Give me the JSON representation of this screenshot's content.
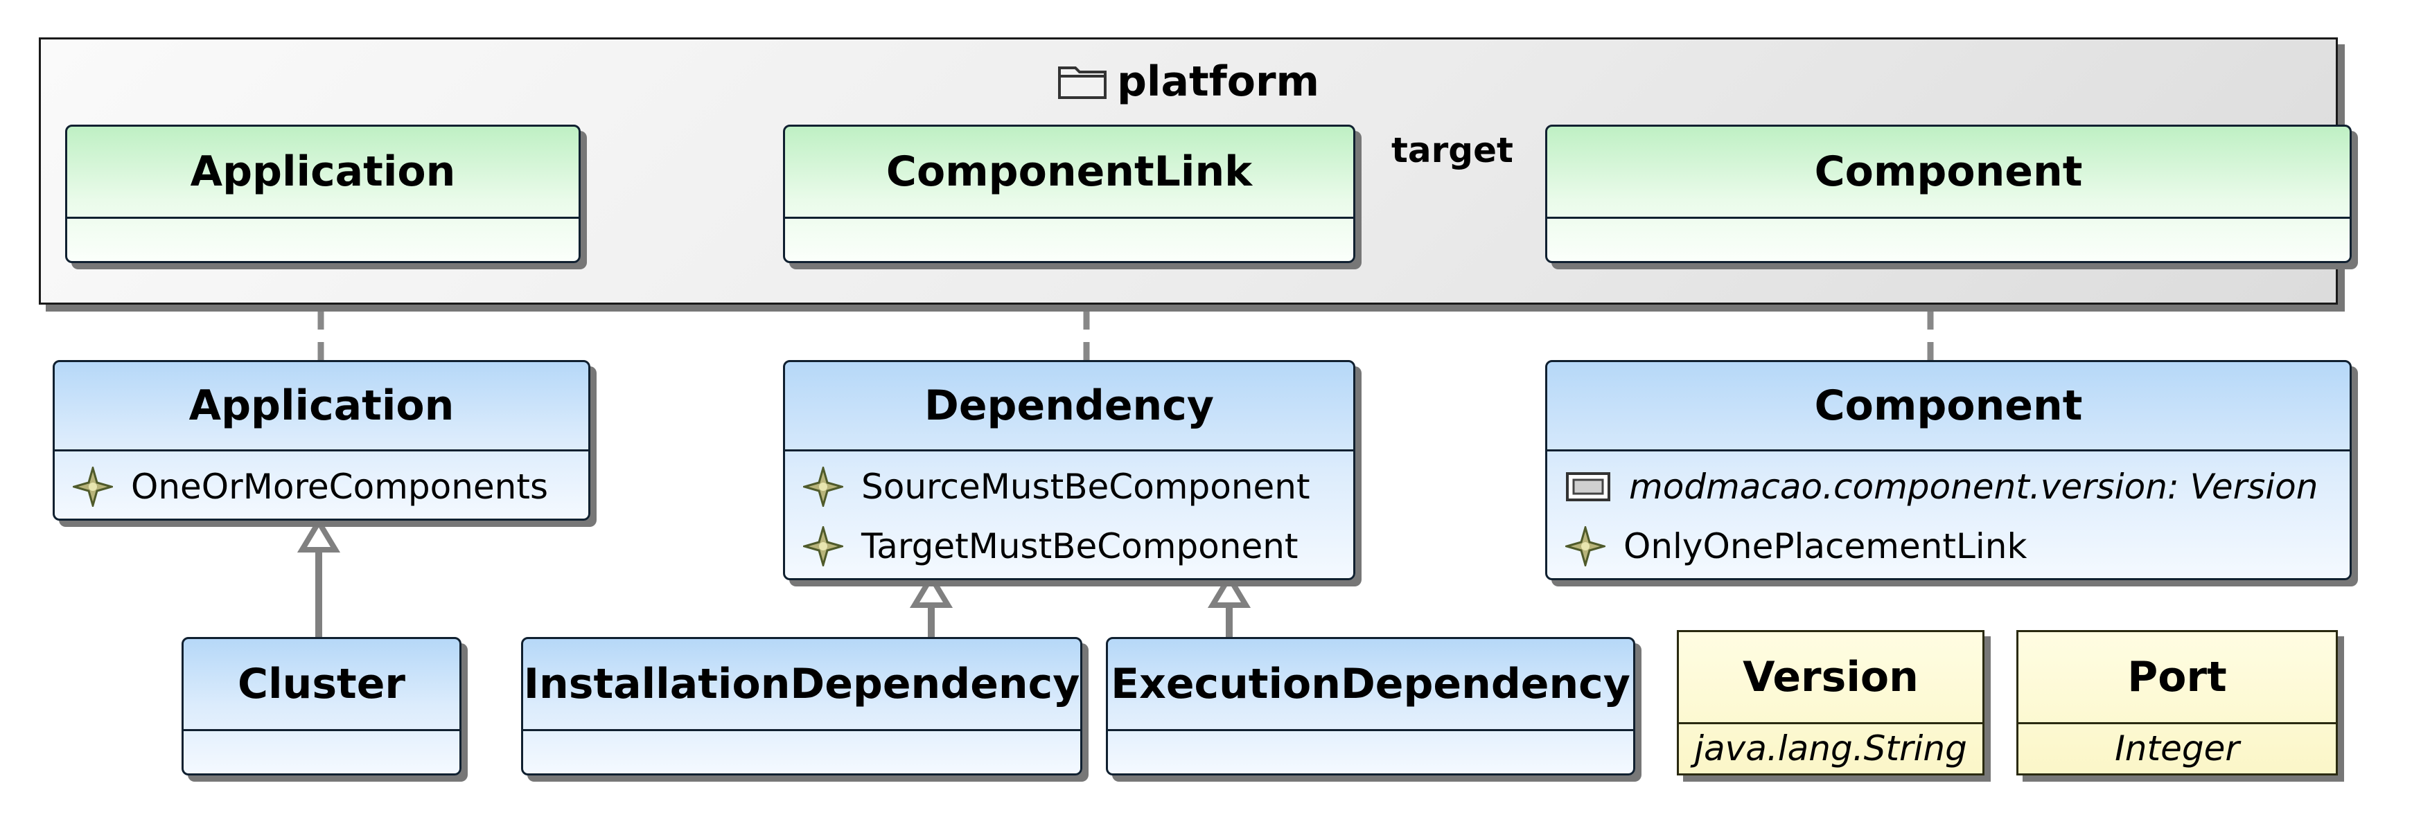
{
  "package": {
    "title": "platform",
    "icon": "folder-icon"
  },
  "classes": {
    "app_green": {
      "name": "Application"
    },
    "complink_green": {
      "name": "ComponentLink"
    },
    "comp_green": {
      "name": "Component"
    },
    "app_blue": {
      "name": "Application",
      "items": [
        "OneOrMoreComponents"
      ]
    },
    "dep_blue": {
      "name": "Dependency",
      "items": [
        "SourceMustBeComponent",
        "TargetMustBeComponent"
      ]
    },
    "comp_blue": {
      "name": "Component",
      "attribute": "modmacao.component.version: Version",
      "items": [
        "OnlyOnePlacementLink"
      ]
    },
    "cluster": {
      "name": "Cluster"
    },
    "install_dep": {
      "name": "InstallationDependency"
    },
    "exec_dep": {
      "name": "ExecutionDependency"
    }
  },
  "datatypes": {
    "version": {
      "name": "Version",
      "type": "java.lang.String"
    },
    "port": {
      "name": "Port",
      "type": "Integer"
    }
  },
  "edges": {
    "target_label": "target"
  },
  "icons": {
    "constraint": "constraint-star-icon",
    "attribute": "attribute-icon"
  },
  "colors": {
    "green_header": "#bff0c4",
    "blue_header": "#b6d8f8",
    "yellow_fill": "#fffde2",
    "shadow": "#777777",
    "dashed_line": "#888888"
  }
}
